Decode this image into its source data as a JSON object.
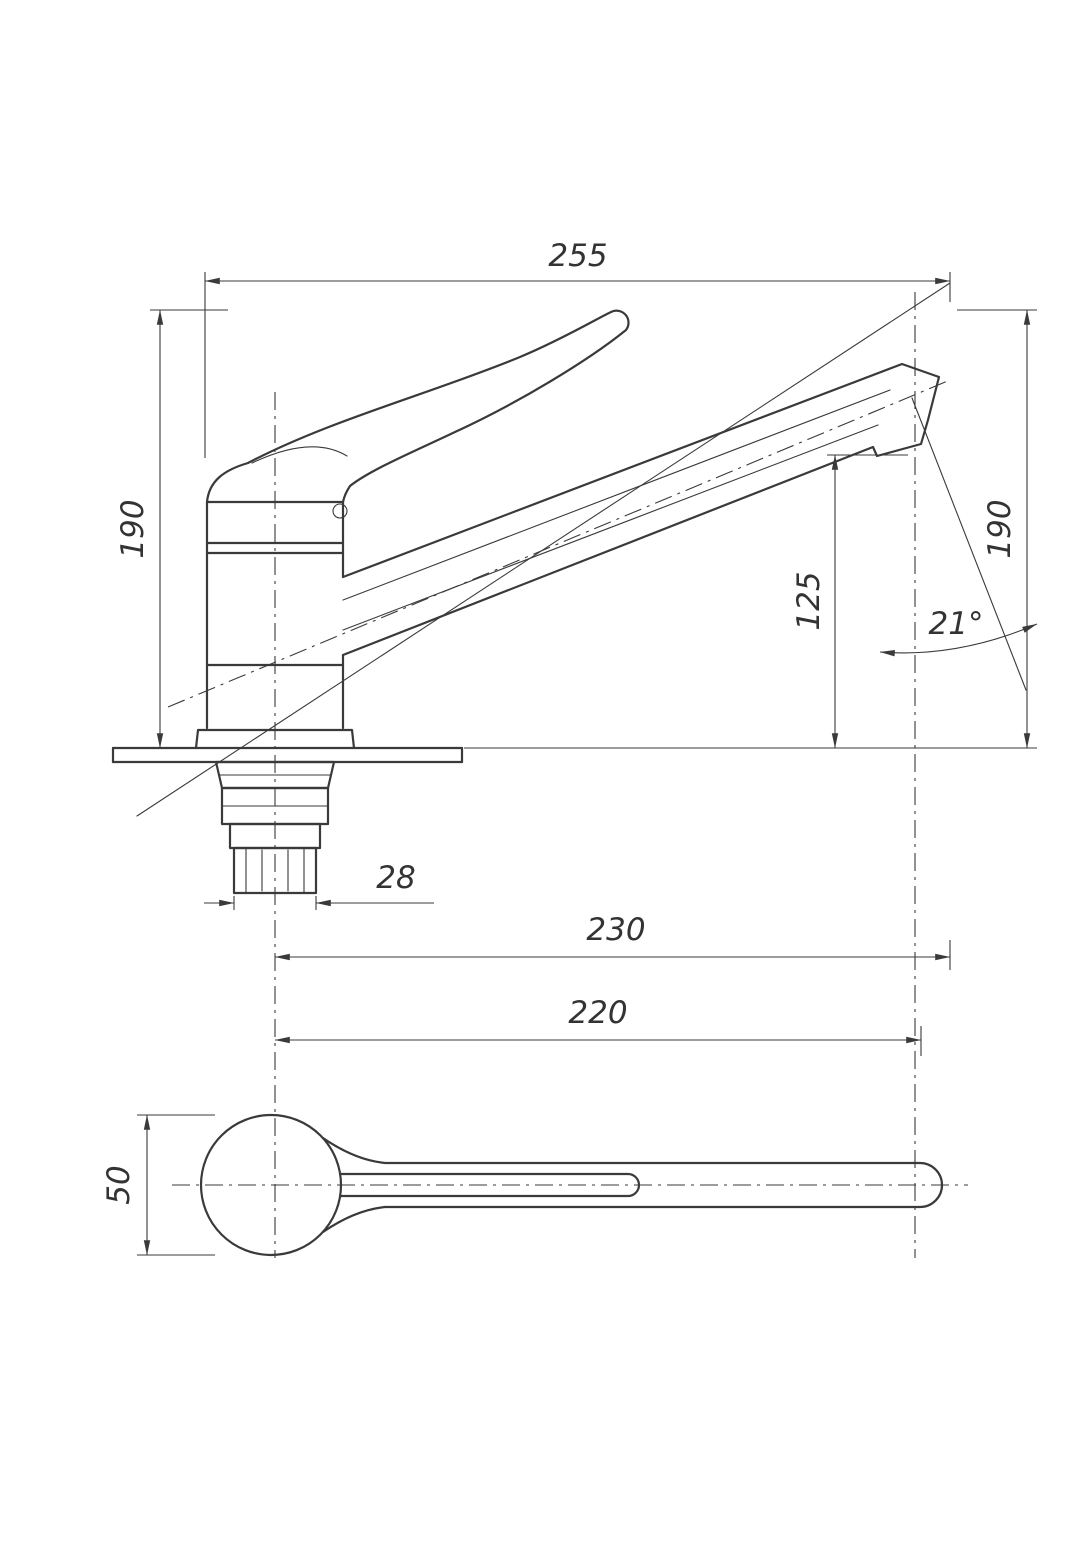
{
  "page": {
    "background": "#ffffff",
    "line_color": "#3a3a3a"
  },
  "drawing": {
    "type": "technical-dimension-drawing",
    "subject": "single-lever mixer tap with long elbow handle, side elevation and plan view",
    "dimensions": {
      "overall_width": "255",
      "height_left": "190",
      "height_right": "190",
      "spout_height": "125",
      "spout_angle": "21°",
      "shank_diameter": "28",
      "length_to_handle_end": "230",
      "length_to_spout_axis": "220",
      "handle_knob_diameter": "50"
    }
  }
}
